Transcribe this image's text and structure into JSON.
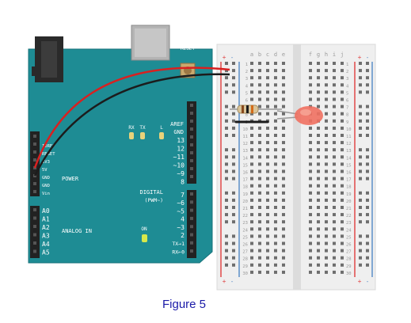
{
  "caption": "Figure 5",
  "colors": {
    "board": "#1e8c94",
    "board_dark": "#17727a",
    "breadboard": "#efefef",
    "hole": "#6e6e6e",
    "rail_red": "#e04848",
    "rail_blue": "#5b8fc9",
    "wire_red": "#d92020",
    "wire_black": "#1c1c1c",
    "led": "#f07060",
    "text_white": "#ffffff",
    "text_gray": "#9a9a9a",
    "caption": "#1a1aa8"
  },
  "arduino": {
    "reset": "RESET",
    "aref": "AREF",
    "gnd": "GND",
    "rx": "RX",
    "tx": "TX",
    "l": "L",
    "on": "ON",
    "power_label": "POWER",
    "analog_label": "ANALOG IN",
    "digital_label": "DIGITAL",
    "pwm_label": "(PWM~)",
    "power_pins": [
      "IOREF",
      "RESET",
      "3V3",
      "5V",
      "GND",
      "GND",
      "Vin"
    ],
    "analog_pins": [
      "A0",
      "A1",
      "A2",
      "A3",
      "A4",
      "A5"
    ],
    "digital_top": [
      "13",
      "12",
      "~11",
      "~10",
      "~9",
      "8"
    ],
    "digital_bottom": [
      "7",
      "~6",
      "~5",
      "4",
      "~3",
      "2",
      "TX→1",
      "RX←0"
    ]
  },
  "breadboard": {
    "columns_left": [
      "a",
      "b",
      "c",
      "d",
      "e"
    ],
    "columns_right": [
      "f",
      "g",
      "h",
      "i",
      "j"
    ],
    "rows": [
      "1",
      "2",
      "3",
      "4",
      "5",
      "6",
      "7",
      "8",
      "9",
      "10",
      "11",
      "12",
      "13",
      "14",
      "15",
      "16",
      "17",
      "18",
      "19",
      "20",
      "21",
      "22",
      "23",
      "24",
      "25",
      "26",
      "27",
      "28",
      "29",
      "30"
    ],
    "plus": "+",
    "minus": "-"
  }
}
